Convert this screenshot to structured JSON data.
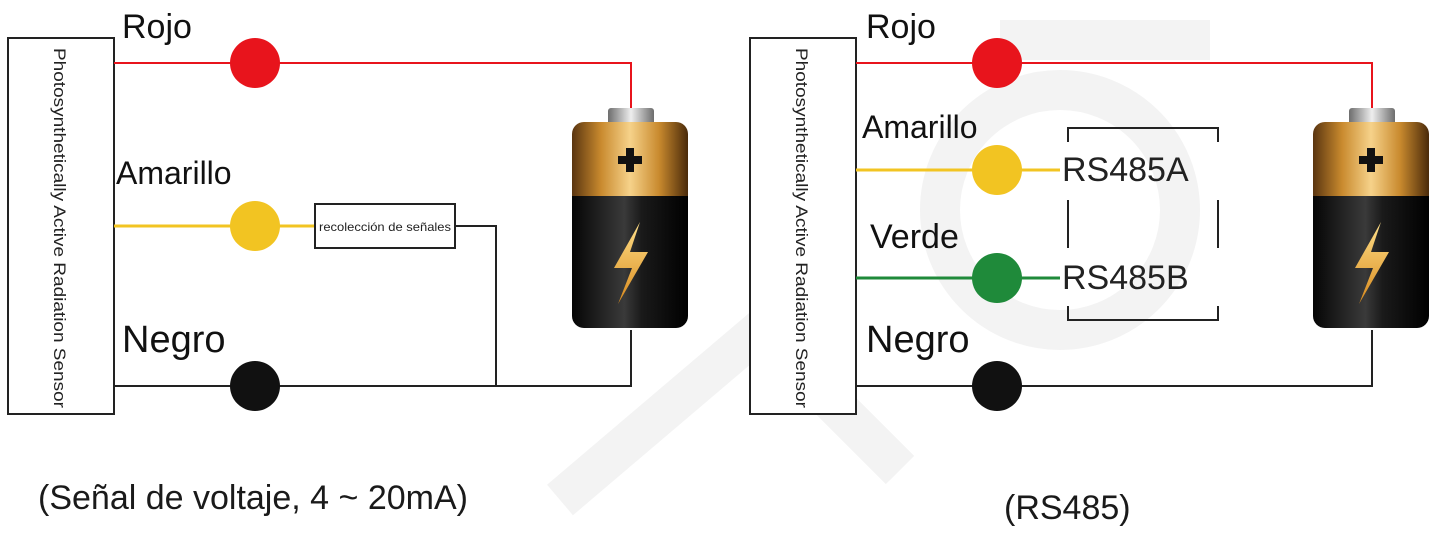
{
  "sensor_label": "Photosynthetically Active Radiation Sensor",
  "left_diagram": {
    "wires": {
      "red": "Rojo",
      "yellow": "Amarillo",
      "black": "Negro"
    },
    "signal_box": "recolección de señales",
    "caption": "(Señal de voltaje, 4 ~ 20mA)"
  },
  "right_diagram": {
    "wires": {
      "red": "Rojo",
      "yellow": "Amarillo",
      "green": "Verde",
      "black": "Negro"
    },
    "bus_labels": {
      "a": "RS485A",
      "b": "RS485B"
    },
    "caption": "(RS485)"
  },
  "colors": {
    "red_wire": "#e8141c",
    "yellow_wire": "#f2c422",
    "green_wire": "#1f8a3a",
    "black_wire": "#111111",
    "battery_top": "#c98a2e",
    "battery_bottom": "#1b1b1b",
    "watermark": "#f3f3f3"
  },
  "icons": {
    "battery": "battery-icon",
    "lightning": "lightning-bolt-icon",
    "plus": "plus-icon"
  }
}
